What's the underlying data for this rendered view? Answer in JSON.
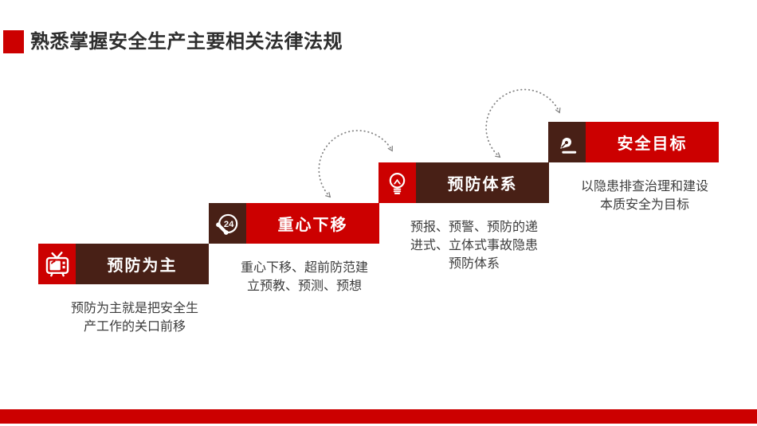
{
  "title": "熟悉掌握安全生产主要相关法律法规",
  "colors": {
    "accent_red": "#CC0000",
    "dark_brown": "#482016",
    "desc_text": "#3D3D3D",
    "title_text": "#2E2E2E",
    "arrow_gray": "#828282"
  },
  "steps": [
    {
      "label": "预防为主",
      "icon": "tv-icon",
      "desc_lines": [
        "预防为主就是把安全生",
        "产工作的关口前移"
      ]
    },
    {
      "label": "重心下移",
      "icon": "phone-24-icon",
      "phone_badge": "24",
      "desc_lines": [
        "重心下移、超前防范建",
        "立预教、预测、预想"
      ]
    },
    {
      "label": "预防体系",
      "icon": "lightbulb-icon",
      "desc_lines": [
        "预报、预警、预防的递",
        "进式、立体式事故隐患",
        "预防体系"
      ]
    },
    {
      "label": "安全目标",
      "icon": "pen-icon",
      "desc_lines": [
        "以隐患排查治理和建设",
        "本质安全为目标"
      ]
    }
  ]
}
